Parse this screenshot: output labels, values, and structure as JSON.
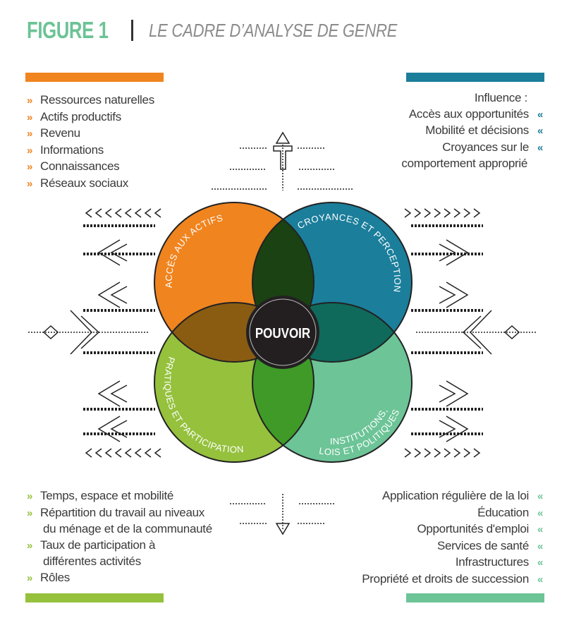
{
  "header": {
    "figure_label": "FIGURE 1",
    "title": "LE CADRE D’ANALYSE DE GENRE"
  },
  "colors": {
    "orange": "#f0841f",
    "blue": "#1b7e9b",
    "green": "#95c13d",
    "teal": "#6cc497",
    "title_green": "#6cc396"
  },
  "top_left": {
    "items": [
      "Ressources naturelles",
      "Actifs productifs",
      "Revenu",
      "Informations",
      "Connaissances",
      "Réseaux sociaux"
    ]
  },
  "top_right": {
    "heading": "Influence :",
    "items": [
      "Accès aux opportunités",
      "Mobilité et décisions",
      "Croyances sur le"
    ],
    "continuation": "comportement approprié"
  },
  "bottom_left": {
    "items": [
      "Temps, espace et mobilité",
      "Répartition du travail au niveaux",
      "Taux de participation à",
      "Rôles"
    ],
    "continuations": [
      "du ménage et de la communauté",
      "différentes activités"
    ]
  },
  "bottom_right": {
    "items": [
      "Application régulière de la loi",
      "Éducation",
      "Opportunités d'emploi",
      "Services de santé",
      "Infrastructures",
      "Propriété et droits de succession"
    ]
  },
  "diagram": {
    "center": "POUVOIR",
    "circles": {
      "assets": "ACCÈS AUX ACTIFS",
      "beliefs": "CROYANCES ET PERCEPTIONS",
      "practices": "PRATIQUES ET PARTICIPATION",
      "institutions_1": "INSTITUTIONS,",
      "institutions_2": "LOIS ET POLITIQUES"
    }
  },
  "bullets": {
    "right": "»",
    "left": "«"
  }
}
